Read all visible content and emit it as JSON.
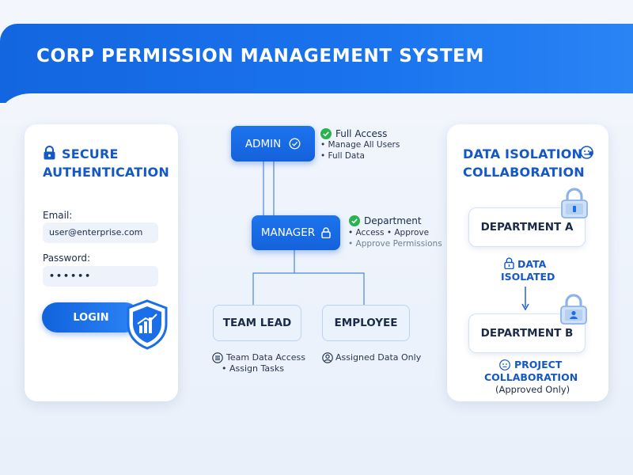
{
  "header": {
    "title": "CORP PERMISSION MANAGEMENT SYSTEM"
  },
  "auth": {
    "title_line1": "SECURE",
    "title_line2": "AUTHENTICATION",
    "email_label": "Email:",
    "email_value": "user@enterprise.com",
    "password_label": "Password:",
    "password_value": "••••••",
    "login_label": "LOGIN"
  },
  "hierarchy": {
    "admin": {
      "label": "ADMIN",
      "perm_title": "Full Access",
      "perm_items": [
        "• Manage All Users",
        "• Full Data"
      ]
    },
    "manager": {
      "label": "MANAGER",
      "perm_title": "Department",
      "perm_items": [
        "• Access • Approve",
        "• Approve Permissions"
      ]
    },
    "team_lead": {
      "label": "TEAM LEAD",
      "perm_items": [
        "Team Data Access",
        "• Assign Tasks"
      ]
    },
    "employee": {
      "label": "EMPLOYEE",
      "perm_items": [
        "Assigned Data Only"
      ]
    }
  },
  "isolation": {
    "title_line1": "DATA ISOLATION •",
    "title_line2": "COLLABORATION",
    "dept_a": "DEPARTMENT A",
    "isolated_line1": "DATA",
    "isolated_line2": "ISOLATED",
    "dept_b": "DEPARTMENT B",
    "collab_line1": "PROJECT",
    "collab_line2": "COLLABORATION",
    "collab_note": "(Approved Only)"
  },
  "colors": {
    "primary": "#1a6fe8",
    "accent_green": "#2bb24c",
    "text_dark": "#1b2a49",
    "text_blue": "#1458c8"
  }
}
